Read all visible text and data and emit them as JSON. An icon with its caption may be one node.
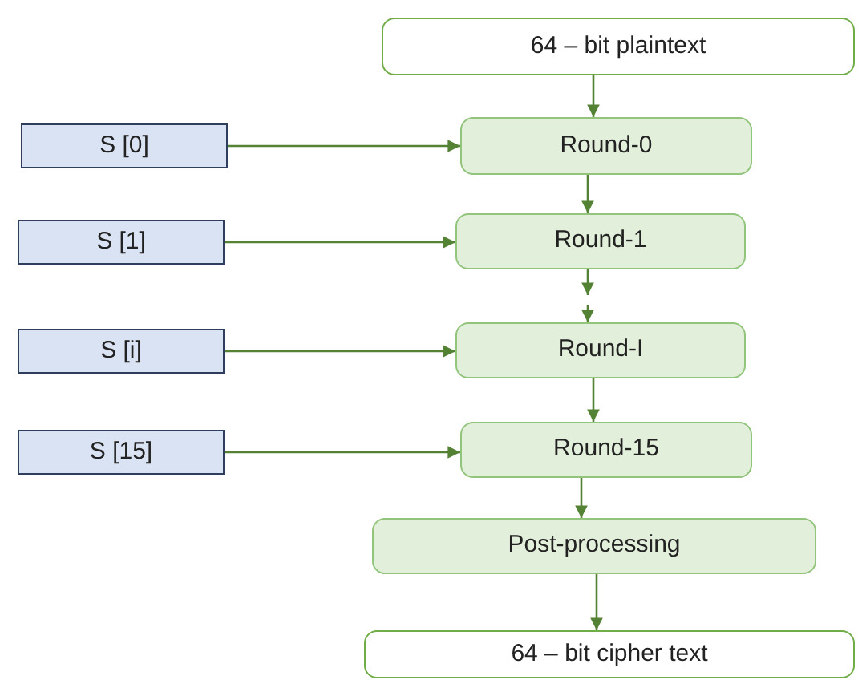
{
  "diagram": {
    "nodes": [
      {
        "text": [
          "64 – bit plaintext"
        ]
      },
      {
        "text": [
          "S [0]"
        ]
      },
      {
        "text": [
          "Round-0"
        ]
      },
      {
        "text": [
          "S [1]"
        ]
      },
      {
        "text": [
          "Round-1"
        ]
      },
      {
        "text": [
          "S [i]"
        ]
      },
      {
        "text": [
          "Round-I"
        ]
      },
      {
        "text": [
          "S [15]"
        ]
      },
      {
        "text": [
          "Round-15"
        ]
      },
      {
        "text": [
          "Post-processing"
        ]
      },
      {
        "text": [
          "64 – bit cipher text"
        ]
      }
    ],
    "edges": [
      {
        "from": 0,
        "to": 2,
        "arrow": "to"
      },
      {
        "from": 1,
        "to": 2,
        "arrow": "to"
      },
      {
        "from": 2,
        "to": 4,
        "arrow": "to"
      },
      {
        "from": 3,
        "to": 4,
        "arrow": "to"
      },
      {
        "from": 4,
        "to": null,
        "arrow": "to"
      },
      {
        "from": null,
        "to": 6,
        "arrow": "to"
      },
      {
        "from": 5,
        "to": 6,
        "arrow": "to"
      },
      {
        "from": 6,
        "to": 8,
        "arrow": "to"
      },
      {
        "from": 7,
        "to": 8,
        "arrow": "to"
      },
      {
        "from": 8,
        "to": 9,
        "arrow": "to"
      },
      {
        "from": 9,
        "to": 10,
        "arrow": "to"
      }
    ]
  }
}
